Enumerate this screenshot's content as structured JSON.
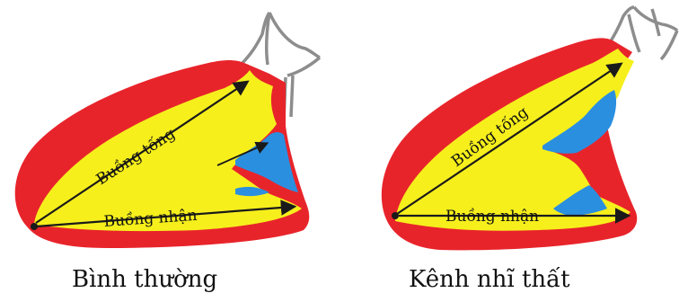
{
  "panels": [
    {
      "caption": "Bình thường",
      "label_outflow": "Buồng tống",
      "label_inflow": "Buồng nhận"
    },
    {
      "caption": "Kênh nhĩ thất",
      "label_outflow": "Buồng tống",
      "label_inflow": "Buồng nhận"
    }
  ],
  "colors": {
    "wall": "#e8242b",
    "chamber": "#f6ef1c",
    "valve_tissue": "#2b8fe0",
    "valve_outline": "#8d8d8d",
    "axis_line": "#1a1a1a"
  }
}
